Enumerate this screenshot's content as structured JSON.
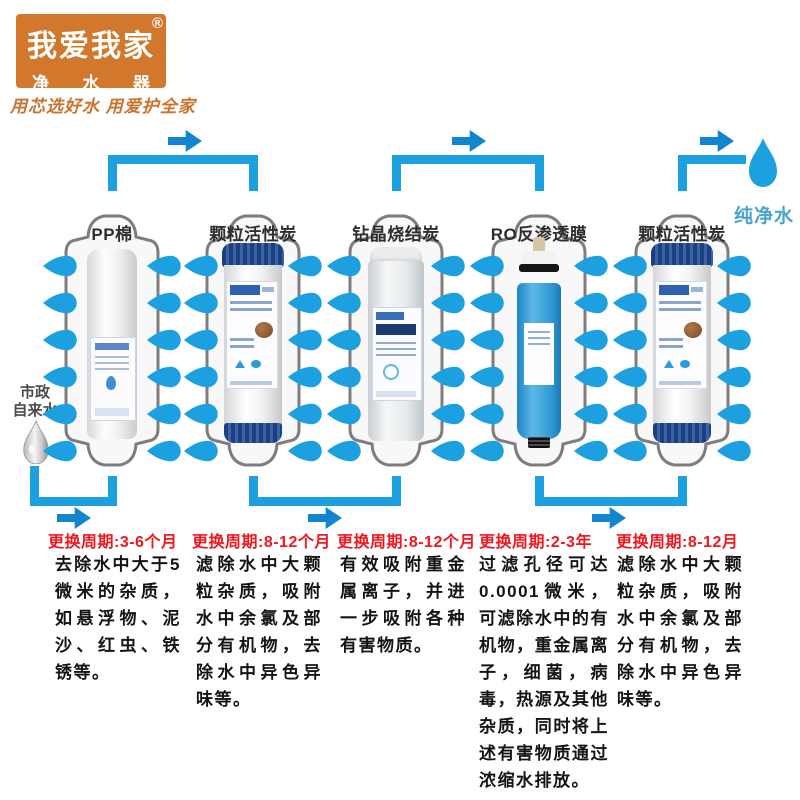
{
  "brand": {
    "name": "我爱我家",
    "sub": "净水器",
    "registered": "®",
    "tagline": "用芯选好水 用爱护全家"
  },
  "inlet": {
    "label_line1": "市政",
    "label_line2": "自来水"
  },
  "outlet": {
    "label": "纯净水"
  },
  "stations": [
    {
      "name": "PP棉",
      "cycle": "更换周期:3-6个月",
      "description": "去除水中大于5微米的杂质，如悬浮物、泥沙、红虫、铁锈等。",
      "cartridge": "pp-cotton-cartridge"
    },
    {
      "name": "颗粒活性炭",
      "cycle": "更换周期:8-12个月",
      "description": "滤除水中大颗粒杂质，吸附水中余氯及部分有机物，去除水中异色异味等。",
      "cartridge": "granular-activated-carbon-cartridge"
    },
    {
      "name": "钻晶烧结炭",
      "cycle": "更换周期:8-12个月",
      "description": "有效吸附重金属离子，并进一步吸附各种有害物质。",
      "cartridge": "sintered-carbon-cartridge"
    },
    {
      "name": "RO反渗透膜",
      "cycle": "更换周期:2-3年",
      "description": "过滤孔径可达0.0001微米，可滤除水中的有机物，重金属离子，细菌，病毒，热源及其他杂质，同时将上述有害物质通过浓缩水排放。",
      "cartridge": "ro-membrane-cartridge"
    },
    {
      "name": "颗粒活性炭",
      "cycle": "更换周期:8-12月",
      "description": "滤除水中大颗粒杂质，吸附水中余氯及部分有机物，去除水中异色异味等。",
      "cartridge": "granular-activated-carbon-cartridge"
    }
  ],
  "colors": {
    "brand_orange": "#d1782d",
    "flow_blue": "#1ca0df",
    "arrow_blue": "#1186cf",
    "cycle_red": "#f2171f",
    "outlet_text": "#48a7c9"
  }
}
